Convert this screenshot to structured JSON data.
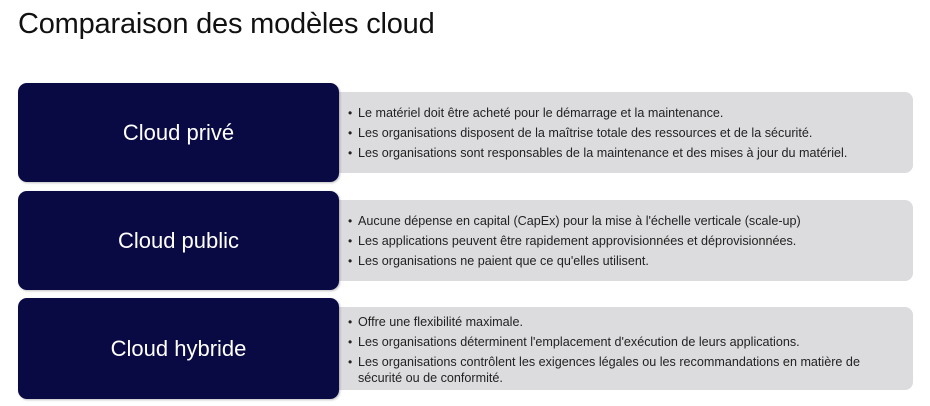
{
  "slide": {
    "title": "Comparaison des modèles cloud"
  },
  "models": [
    {
      "name": "Cloud privé",
      "bullets": [
        "Le matériel doit être acheté pour le démarrage et la maintenance.",
        "Les organisations disposent de la maîtrise totale des ressources et de la sécurité.",
        "Les organisations sont responsables de la maintenance et des mises à jour du matériel."
      ]
    },
    {
      "name": "Cloud public",
      "bullets": [
        "Aucune dépense en capital (CapEx) pour la mise à l'échelle verticale (scale-up)",
        "Les applications peuvent être rapidement approvisionnées et déprovisionnées.",
        "Les organisations ne paient que ce qu'elles utilisent."
      ]
    },
    {
      "name": "Cloud hybride",
      "bullets": [
        "Offre une flexibilité maximale.",
        "Les organisations déterminent l'emplacement d'exécution de leurs applications.",
        "Les organisations contrôlent les exigences légales ou les recommandations en matière de sécurité ou de conformité."
      ]
    }
  ],
  "bullet_symbol": "•",
  "colors": {
    "title_box": "#090944",
    "detail_panel": "#dcdcdf",
    "text": "#222222"
  }
}
